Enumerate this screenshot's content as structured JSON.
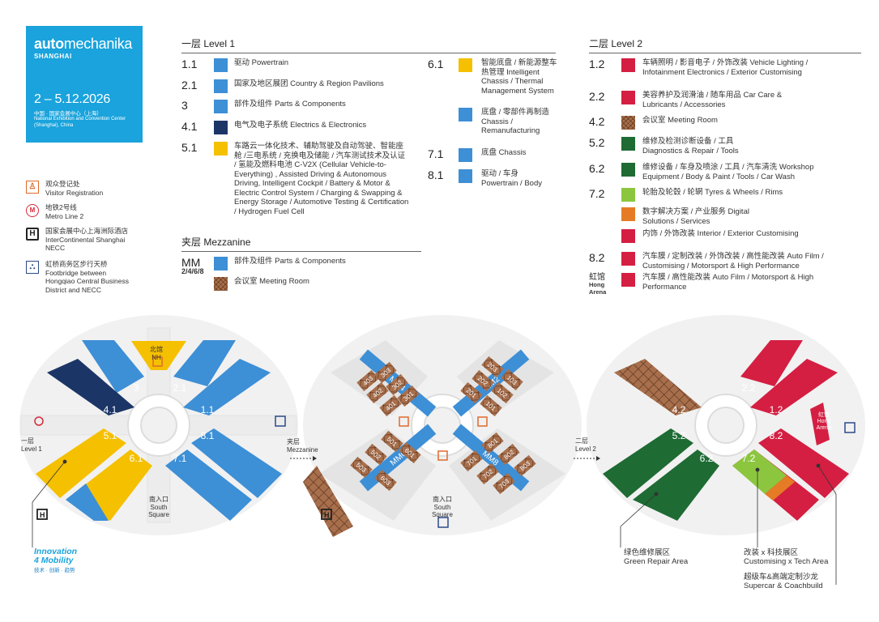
{
  "logo": {
    "brand_bold": "auto",
    "brand_light": "mechanika",
    "city": "SHANGHAI",
    "date": "2 – 5.12.2026",
    "venue_cn": "中国 · 国家会展中心（上海）",
    "venue_en": "National Exhibition and Convention Center (Shanghai), China"
  },
  "legend_left": [
    {
      "icon": "visitor-registration-icon",
      "cn": "观众登记处",
      "en": "Visitor Registration"
    },
    {
      "icon": "metro-icon",
      "cn": "地铁2号线",
      "en": "Metro Line 2"
    },
    {
      "icon": "hotel-icon",
      "cn": "国家会展中心上海洲际酒店",
      "en": "InterContinental Shanghai NECC"
    },
    {
      "icon": "footbridge-icon",
      "cn": "虹桥商务区步行天桥",
      "en": "Footbridge between Hongqiao Central Business District and NECC"
    }
  ],
  "level1": {
    "title": "一层 Level 1",
    "rows": [
      {
        "num": "1.1",
        "color": "#3d8fd6",
        "text": "驱动 Powertrain"
      },
      {
        "num": "2.1",
        "color": "#3d8fd6",
        "text": "国家及地区展团 Country & Region Pavilions"
      },
      {
        "num": "3",
        "color": "#3d8fd6",
        "text": "部件及组件 Parts & Components"
      },
      {
        "num": "4.1",
        "color": "#1b3566",
        "text": "电气及电子系统 Electrics & Electronics"
      },
      {
        "num": "5.1",
        "color": "#f5c000",
        "text": "车路云一体化技术、辅助驾驶及自动驾驶、智能座舱 /三电系统 / 充换电及储能 / 汽车测试技术及认证 / 氢能及燃料电池 C-V2X (Cellular Vehicle-to-Everything) , Assisted Driving & Autonomous Driving, Intelligent Cockpit / Battery & Motor & Electric Control System / Charging & Swapping & Energy Storage / Automotive Testing & Certification / Hydrogen Fuel Cell"
      },
      {
        "num": "6.1",
        "color": "#f5c000",
        "text": "智能底盘 / 新能源整车热管理 Intelligent Chassis / Thermal Management System"
      },
      {
        "num": "",
        "color": "#3d8fd6",
        "text": "底盘 / 零部件再制造 Chassis / Remanufacturing"
      },
      {
        "num": "7.1",
        "color": "#3d8fd6",
        "text": "底盘 Chassis"
      },
      {
        "num": "8.1",
        "color": "#3d8fd6",
        "text": "驱动 / 车身 Powertrain / Body"
      }
    ]
  },
  "mezzanine": {
    "title": "夹层 Mezzanine",
    "num": "MM",
    "sub": "2/4/6/8",
    "rows": [
      {
        "color": "#3d8fd6",
        "text": "部件及组件 Parts & Components"
      },
      {
        "color": "hatch",
        "text": "会议室 Meeting Room"
      }
    ]
  },
  "level2": {
    "title": "二层 Level 2",
    "rows": [
      {
        "num": "1.2",
        "color": "#d41f42",
        "text": "车辆照明 / 影音电子 / 外饰改装 Vehicle Lighting / Infotainment Electronics / Exterior Customising"
      },
      {
        "num": "2.2",
        "color": "#d41f42",
        "text": "美容养护及润滑油 / 随车用品 Car Care & Lubricants / Accessories"
      },
      {
        "num": "4.2",
        "color": "hatch",
        "text": "会议室 Meeting Room"
      },
      {
        "num": "5.2",
        "color": "#1e6b34",
        "text": "维修及检测诊断设备 / 工具 Diagnostics & Repair / Tools"
      },
      {
        "num": "6.2",
        "color": "#1e6b34",
        "text": "维修设备 / 车身及喷涂 / 工具 / 汽车清洗 Workshop Equipment / Body & Paint / Tools / Car Wash"
      },
      {
        "num": "7.2",
        "color": "#8cc63f",
        "text": "轮胎及轮毂 / 轮辋 Tyres & Wheels / Rims"
      },
      {
        "num": "",
        "color": "#e57c25",
        "text": "数字解决方案 / 产业服务 Digital Solutions / Services"
      },
      {
        "num": "",
        "color": "#d41f42",
        "text": "内饰 / 外饰改装 Interior / Exterior Customising"
      },
      {
        "num": "8.2",
        "color": "#d41f42",
        "text": "汽车膜 / 定制改装 / 外饰改装 / 高性能改装 Auto Film / Customising / Motorsport & High Performance"
      },
      {
        "num": "虹馆",
        "num_sub": "Hong Arena",
        "color": "#d41f42",
        "text": "汽车膜 / 高性能改装 Auto Film / Motorsport & High Performance"
      }
    ]
  },
  "maps": {
    "level1": {
      "label_cn": "一层",
      "label_en": "Level 1",
      "halls": [
        "3",
        "2.1",
        "4.1",
        "1.1",
        "5.1",
        "8.1",
        "6.1",
        "7.1"
      ],
      "north_cn": "北馆",
      "north_en": "NH",
      "south_cn": "南入口",
      "south_en": "South Square"
    },
    "mezzanine": {
      "label_cn": "夹层",
      "label_en": "Mezzanine",
      "blocks": [
        "MM4",
        "MM2",
        "MM6",
        "MM8"
      ],
      "rooms_nw": [
        "403",
        "303",
        "402",
        "302",
        "401",
        "301"
      ],
      "rooms_ne": [
        "203",
        "202",
        "201",
        "103",
        "102",
        "101"
      ],
      "rooms_sw": [
        "501",
        "502",
        "601",
        "503",
        "603"
      ],
      "rooms_se": [
        "801",
        "701",
        "802",
        "702",
        "803",
        "703"
      ],
      "south_cn": "南入口",
      "south_en": "South Square"
    },
    "level2": {
      "label_cn": "二层",
      "label_en": "Level 2",
      "halls": [
        "2.2",
        "4.2",
        "1.2",
        "5.2",
        "8.2",
        "6.2",
        "7.2"
      ],
      "arena_cn": "虹馆",
      "arena_en": "Hong Arena"
    }
  },
  "notes": {
    "innovation_line1": "Innovation",
    "innovation_line2": "4 Mobility",
    "innovation_cn": "技术 · 创新 · 趋势",
    "green_cn": "绿色维修展区",
    "green_en": "Green Repair Area",
    "custom_cn": "改装 x 科技展区",
    "custom_en": "Customising x Tech Area",
    "super_cn": "超级车&高端定制沙龙",
    "super_en": "Supercar & Coachbuild"
  }
}
